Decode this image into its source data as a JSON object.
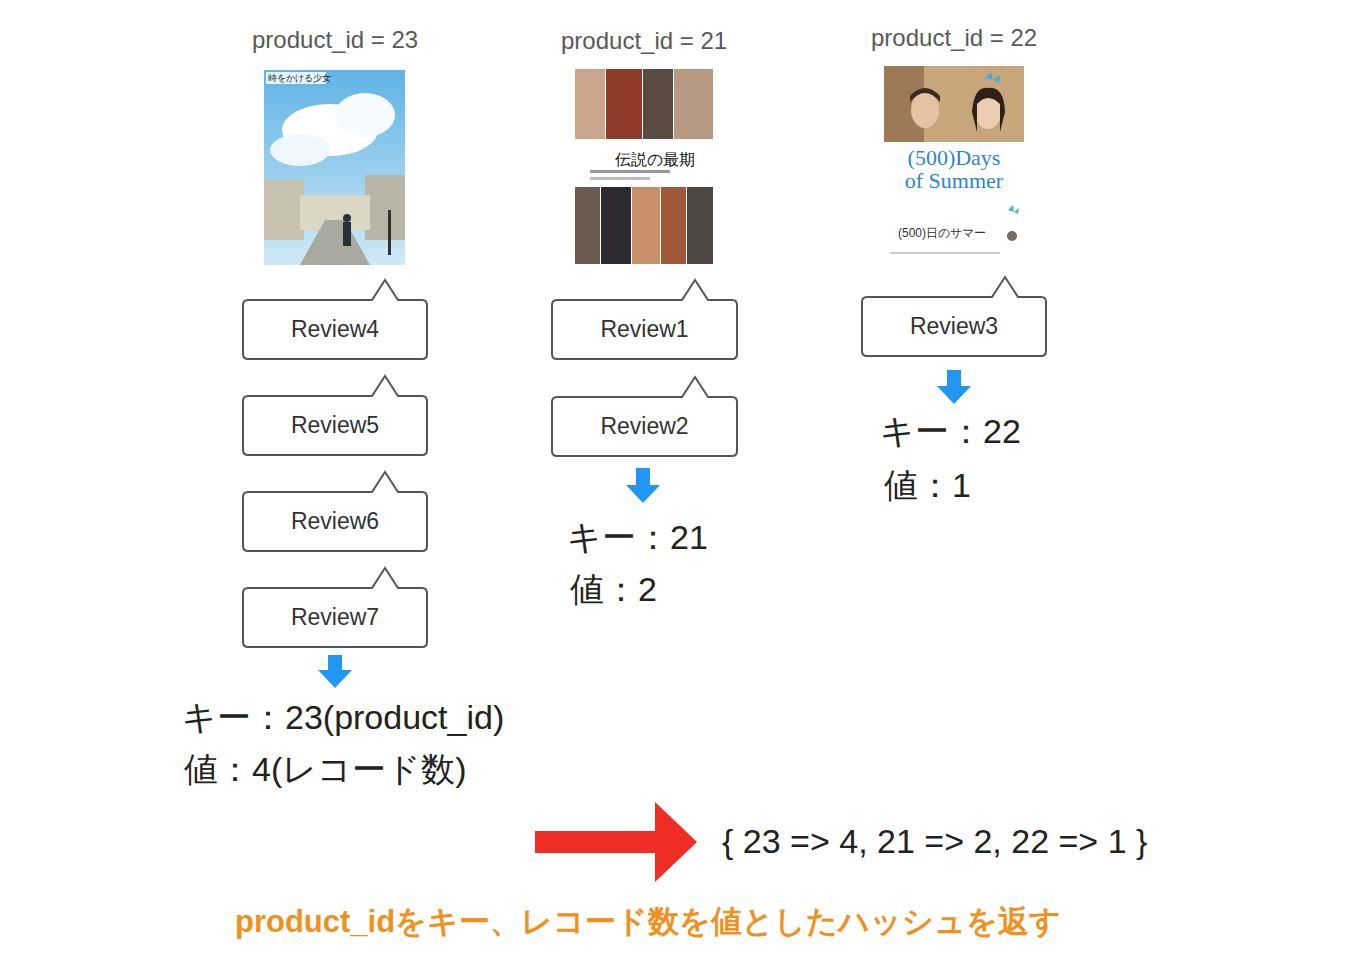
{
  "diagram": {
    "caption": "product_idをキー、レコード数を値としたハッシュを返す",
    "nodes": [
      {
        "text": [
          "Review4"
        ]
      },
      {
        "text": [
          "Review5"
        ]
      },
      {
        "text": [
          "Review6"
        ]
      },
      {
        "text": [
          "Review7"
        ]
      },
      {
        "text": [
          "Review1"
        ]
      },
      {
        "text": [
          "Review2"
        ]
      },
      {
        "text": [
          "Review3"
        ]
      }
    ],
    "labels": [
      "product_id = 23",
      "product_id = 21",
      "product_id = 22",
      "時をかける少女",
      "伝説の最期",
      "(500)Days of Summer",
      "(500)日のサマー",
      "キー：23(product_id)",
      "値：4(レコード数)",
      "キー：21",
      "値：2",
      "キー：22",
      "値：1",
      "{ 23 => 4, 21 => 2, 22 => 1 }"
    ]
  }
}
